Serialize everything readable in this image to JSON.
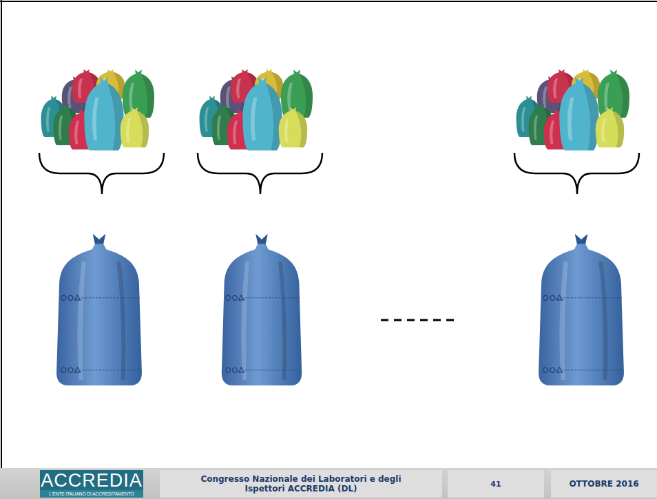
{
  "diagram": {
    "nodes": [
      {
        "text": [
          "ACCREDIA",
          "L'ENTE ITALIANO DI ACCREDITAMENTO"
        ]
      },
      {
        "text": [
          "Congresso Nazionale dei Laboratori e degli Ispettori ACCREDIA (DL)"
        ]
      },
      {
        "text": [
          "41"
        ]
      },
      {
        "text": [
          "OTTOBRE 2016"
        ]
      }
    ]
  }
}
